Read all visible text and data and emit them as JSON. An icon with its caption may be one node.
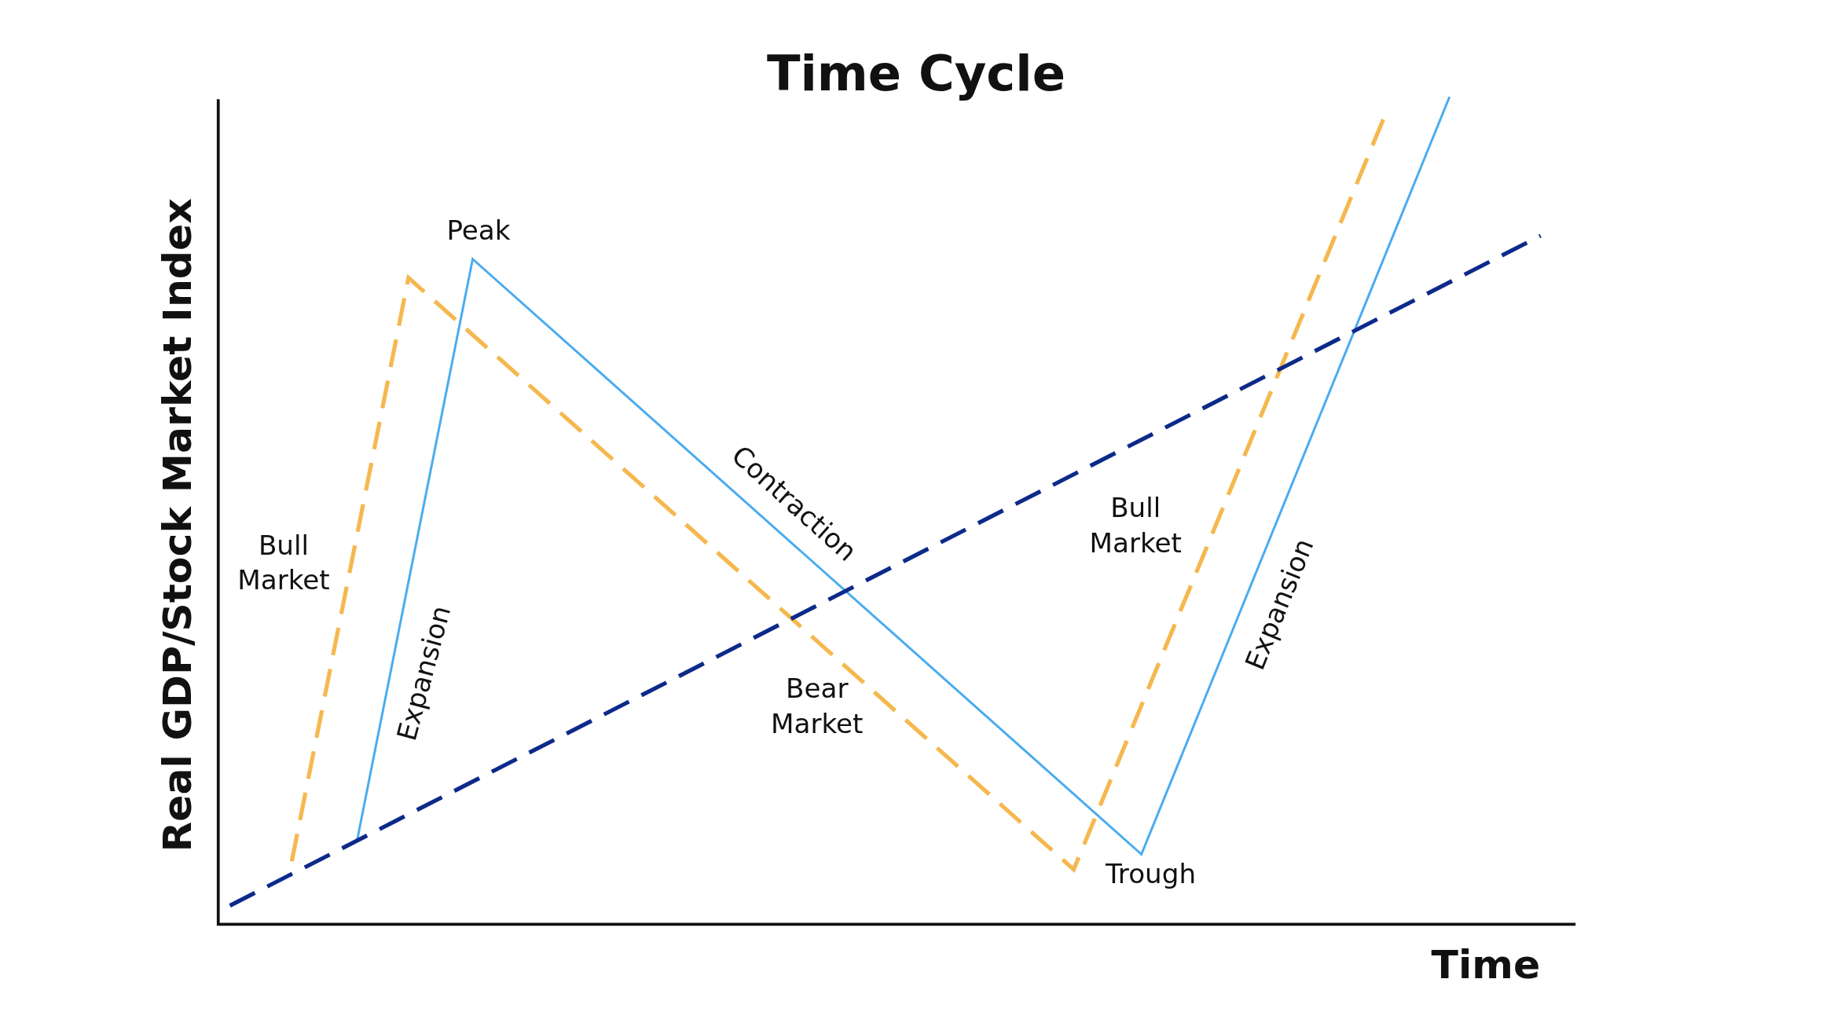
{
  "diagram": {
    "title": "Time Cycle",
    "labels": [
      "Real GDP/Stock Market Index",
      "Peak",
      "Bull Market",
      "Expansion",
      "Contraction",
      "Bull Market",
      "Bear Market",
      "Expansion",
      "Trough",
      "Time"
    ]
  }
}
